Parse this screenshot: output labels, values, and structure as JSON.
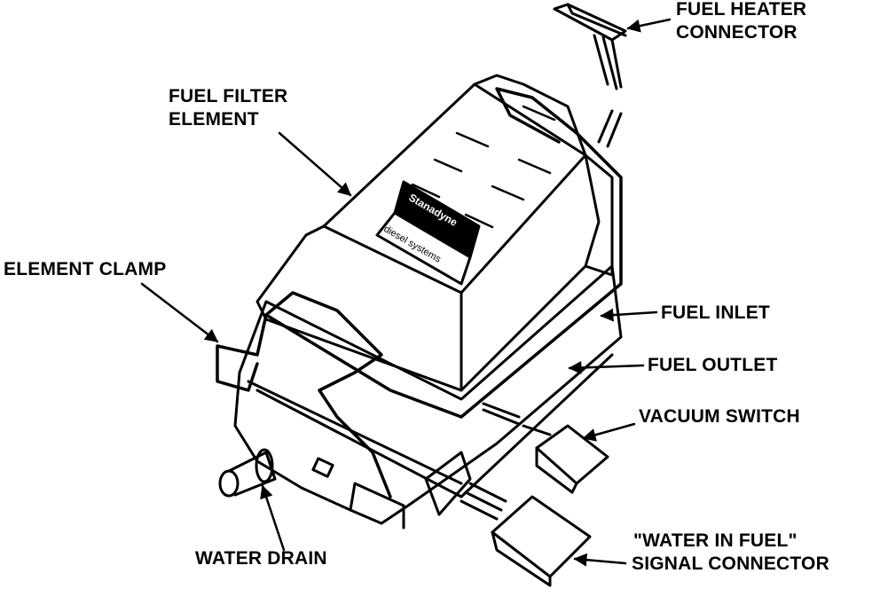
{
  "labels": {
    "fuel_heater_connector": [
      "FUEL HEATER",
      "CONNECTOR"
    ],
    "fuel_filter_element": [
      "FUEL FILTER",
      "ELEMENT"
    ],
    "element_clamp": "ELEMENT CLAMP",
    "fuel_inlet": "FUEL INLET",
    "fuel_outlet": "FUEL OUTLET",
    "vacuum_switch": "VACUUM SWITCH",
    "water_in_fuel_connector": [
      "\"WATER IN FUEL\"",
      "SIGNAL CONNECTOR"
    ],
    "water_drain": "WATER DRAIN"
  },
  "logo": {
    "brand": "Stanadyne",
    "tagline": "diesel systems"
  }
}
